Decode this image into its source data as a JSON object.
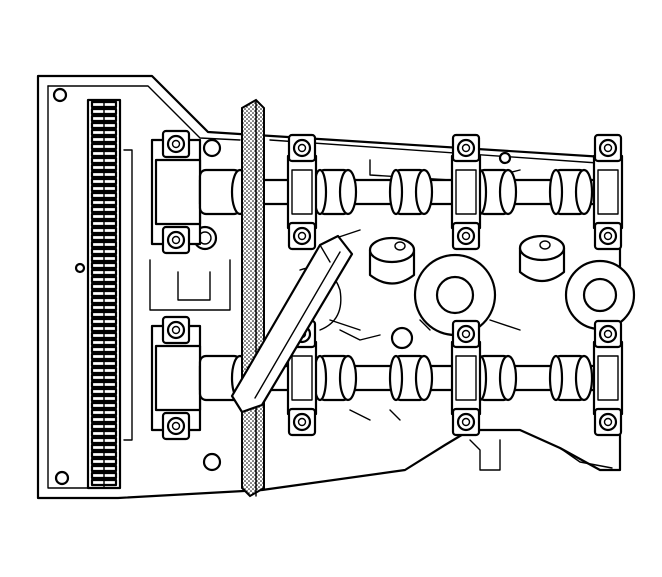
{
  "figure": {
    "subject": "cylinder-head-camshafts-with-holding-tool",
    "colors": {
      "line": "#000000",
      "background": "#ffffff",
      "tool_hatch": "#7a7a7a"
    },
    "camshaft_count": 2,
    "camshaft_bearing_caps_per_shaft": 3,
    "caption": ""
  }
}
